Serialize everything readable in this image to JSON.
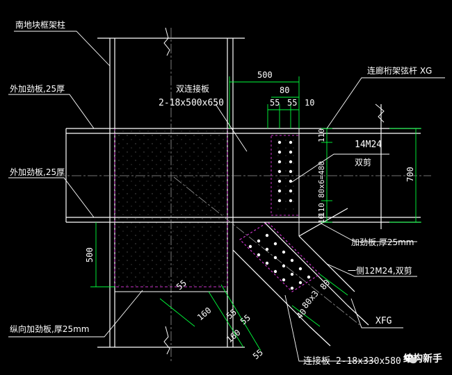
{
  "labels": {
    "column": "南地块框架柱",
    "outer_stiff_top": "外加劲板,25厚",
    "outer_stiff_mid": "外加劲板,25厚",
    "double_plate_title": "双连接板",
    "double_plate_spec": "2-18x500x650",
    "chord": "连廊桁架弦杆 XG",
    "bolts_group": "14M24",
    "double_shear": "双剪",
    "stiff_plate": "加劲板,厚25mm",
    "one_side_bolts": "一侧12M24,双剪",
    "xfg": "XFG",
    "long_stiff": "纵向加劲板,厚25mm",
    "conn_plate": "连接板 2-18x330x580"
  },
  "dims": {
    "d500_top": "500",
    "d80": "80",
    "d55a": "55",
    "d55b": "55",
    "d10_top": "10",
    "d110_top": "110",
    "d480": "80x6=480",
    "d110_bot": "110",
    "d10_bot": "10",
    "d700": "700",
    "d500_left": "500",
    "d55_diag1": "55",
    "d160_a": "160",
    "d55_diag2": "55",
    "d55_diag3": "55",
    "d160_b": "160",
    "d55_diag4": "55",
    "d80x3": "80x3",
    "d80_diag": "80",
    "d40": "40"
  },
  "watermark": {
    "text": "结构新手",
    "icon": "wechat-icon"
  },
  "colors": {
    "line_white": "#ffffff",
    "dim_green": "#00ff3c",
    "dash_magenta": "#cc33cc",
    "center_gray": "#9a9a9a"
  }
}
